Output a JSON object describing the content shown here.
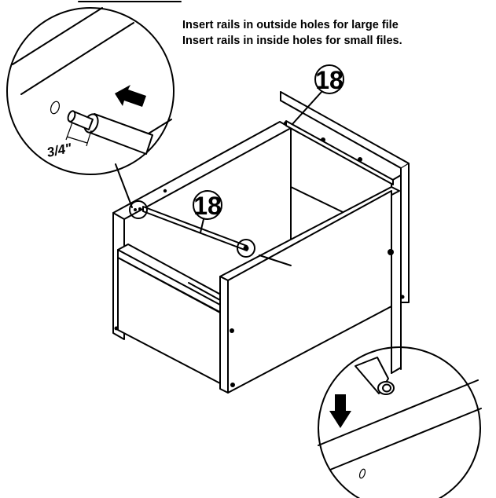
{
  "instructions": {
    "line1": "Insert rails in outside holes for large file",
    "line2": "Insert rails in inside holes for small files."
  },
  "callouts": {
    "part_back": "18",
    "part_front": "18",
    "dimension": "3/4\""
  },
  "icons": [
    "push-arrow-icon",
    "down-arrow-icon"
  ]
}
